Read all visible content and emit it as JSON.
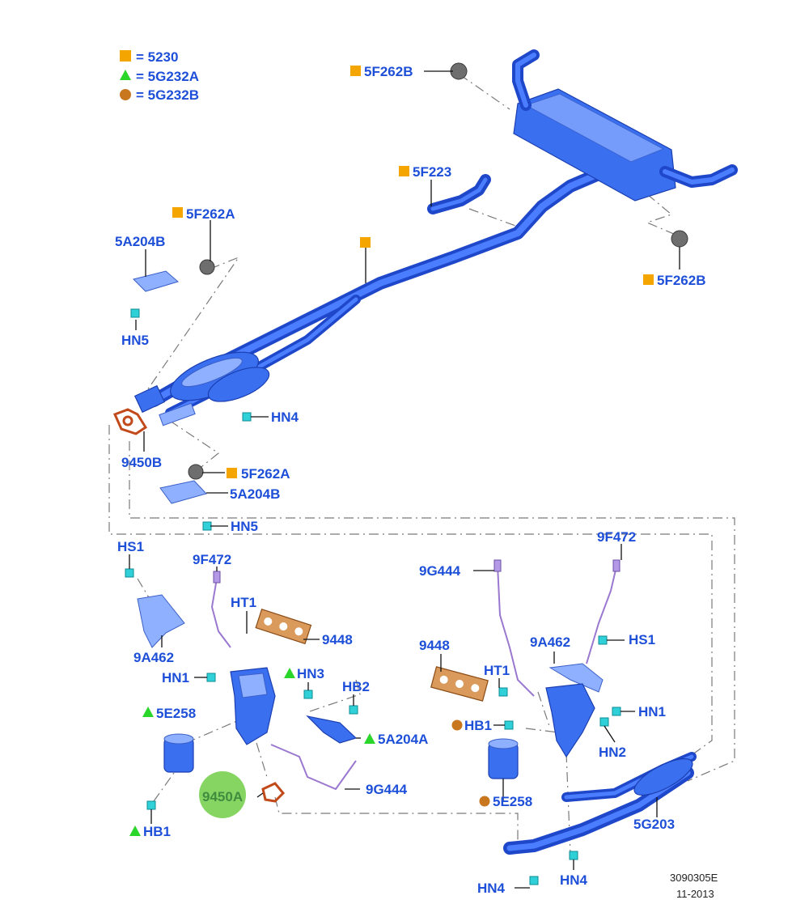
{
  "legend": {
    "items": [
      {
        "symbol": "square",
        "color": "#f5a500",
        "label": "= 5230"
      },
      {
        "symbol": "triangle",
        "color": "#2bd62b",
        "label": "= 5G232A"
      },
      {
        "symbol": "circle",
        "color": "#c8771f",
        "label": "= 5G232B"
      }
    ]
  },
  "callouts": {
    "c_5f262b_top": "5F262B",
    "c_5f223": "5F223",
    "c_5f262b_right": "5F262B",
    "c_5f262a_top": "5F262A",
    "c_5a204b_top": "5A204B",
    "c_hn5_top": "HN5",
    "c_hn4_mid": "HN4",
    "c_9450b": "9450B",
    "c_5f262a_mid": "5F262A",
    "c_5a204b_mid": "5A204B",
    "c_hn5_mid": "HN5",
    "c_hs1_left": "HS1",
    "c_9f472_left": "9F472",
    "c_ht1_left": "HT1",
    "c_9448_left": "9448",
    "c_9a462_left": "9A462",
    "c_hn1_left": "HN1",
    "c_hn3": "HN3",
    "c_hb2": "HB2",
    "c_5e258_left": "5E258",
    "c_5a204a": "5A204A",
    "c_9450a": "9450A",
    "c_9g444_left": "9G444",
    "c_hb1_left": "HB1",
    "c_9f472_right": "9F472",
    "c_9g444_right": "9G444",
    "c_9448_right": "9448",
    "c_9a462_right": "9A462",
    "c_hs1_right": "HS1",
    "c_ht1_right": "HT1",
    "c_hn1_right": "HN1",
    "c_hb1_right": "HB1",
    "c_hn2": "HN2",
    "c_5e258_right": "5E258",
    "c_5g203": "5G203",
    "c_hn4_bottom_left": "HN4",
    "c_hn4_bottom_right": "HN4"
  },
  "footer": {
    "drawing_number": "3090305E",
    "date": "11-2013"
  },
  "colors": {
    "label_blue": "#1d4fd8",
    "pipe_blue": "#3a6ff0",
    "square_orange": "#f5a500",
    "triangle_green": "#2bd62b",
    "circle_brown": "#c8771f",
    "highlight_green": "#7fd35a"
  }
}
